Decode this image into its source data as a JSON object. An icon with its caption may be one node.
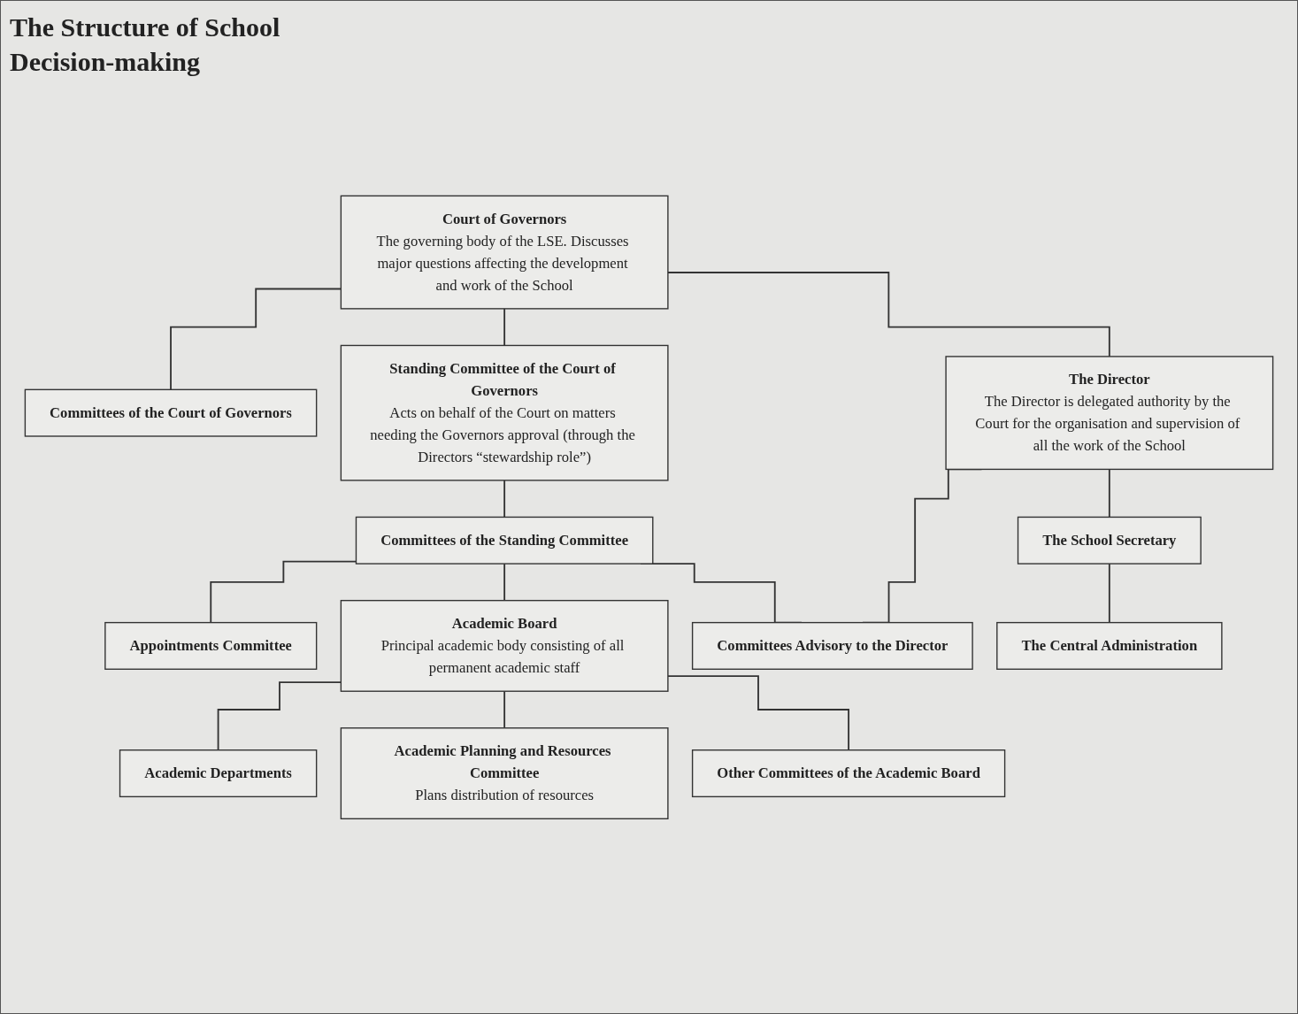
{
  "diagram": {
    "title": "The Structure of School Decision-making",
    "nodes": [
      {
        "text": [
          "Court of Governors",
          "The governing body of the LSE. Discusses major questions affecting the development and work of the School"
        ]
      },
      {
        "text": [
          "Committees of the Court of Governors"
        ]
      },
      {
        "text": [
          "Standing Committee of the Court of Governors",
          "Acts on behalf of the Court on matters needing the Governors approval (through the Directors “stewardship role”)"
        ]
      },
      {
        "text": [
          "The Director",
          "The Director is delegated authority by the Court for the organisation and supervision of all the work of the School"
        ]
      },
      {
        "text": [
          "Committees of the Standing Committee"
        ]
      },
      {
        "text": [
          "The School Secretary"
        ]
      },
      {
        "text": [
          "Appointments Committee"
        ]
      },
      {
        "text": [
          "Academic Board",
          "Principal academic body consisting of all permanent academic staff"
        ]
      },
      {
        "text": [
          "Committees Advisory to the Director"
        ]
      },
      {
        "text": [
          "The Central Administration"
        ]
      },
      {
        "text": [
          "Academic Departments"
        ]
      },
      {
        "text": [
          "Academic Planning and Resources Committee",
          "Plans distribution of resources"
        ]
      },
      {
        "text": [
          "Other Committees of the Academic Board"
        ]
      }
    ],
    "edges": [
      {
        "from": 0,
        "to": 1,
        "arrow": "none"
      },
      {
        "from": 0,
        "to": 2,
        "arrow": "none"
      },
      {
        "from": 0,
        "to": 3,
        "arrow": "none"
      },
      {
        "from": 2,
        "to": 4,
        "arrow": "none"
      },
      {
        "from": 3,
        "to": 5,
        "arrow": "none"
      },
      {
        "from": 5,
        "to": 9,
        "arrow": "none"
      },
      {
        "from": 4,
        "to": 6,
        "arrow": "none"
      },
      {
        "from": 4,
        "to": 7,
        "arrow": "none"
      },
      {
        "from": 4,
        "to": 8,
        "arrow": "none"
      },
      {
        "from": 3,
        "to": 8,
        "arrow": "none"
      },
      {
        "from": 7,
        "to": 10,
        "arrow": "none"
      },
      {
        "from": 7,
        "to": 11,
        "arrow": "none"
      },
      {
        "from": 7,
        "to": 12,
        "arrow": "none"
      }
    ]
  }
}
